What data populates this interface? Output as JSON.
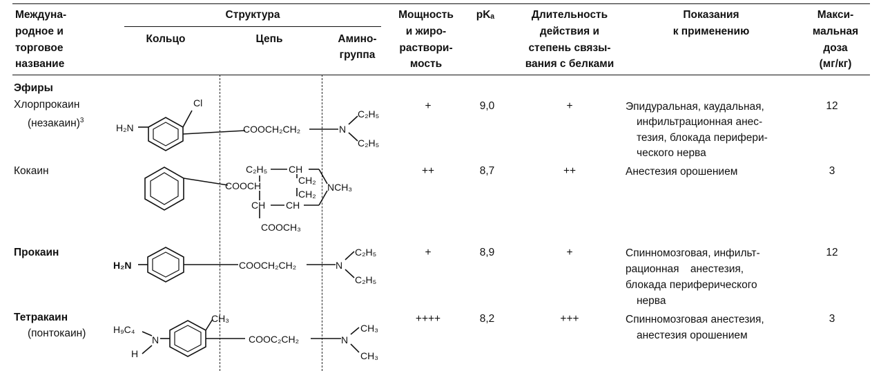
{
  "header": {
    "name_col": [
      "Междуна-",
      "родное и",
      "торговое",
      "название"
    ],
    "structure": "Структура",
    "ring": "Кольцо",
    "chain": "Цепь",
    "amino": [
      "Амино-",
      "группа"
    ],
    "potency": [
      "Мощность",
      "и жиро-",
      "раствори-",
      "мость"
    ],
    "pka": "pKₐ",
    "duration": [
      "Длительность",
      "действия и",
      "степень связы-",
      "вания с белками"
    ],
    "indications": [
      "Показания",
      "к применению"
    ],
    "max_dose": [
      "Макси-",
      "мальная",
      "доза",
      "(мг/кг)"
    ]
  },
  "section": "Эфиры",
  "rows": [
    {
      "name": "Хлорпрокаин",
      "trade": "(незакаин)",
      "trade_sup": "3",
      "potency": "+",
      "pka": "9,0",
      "duration": "+",
      "indications": [
        "Эпидуральная, каудальная,",
        "инфильтрационная анес-",
        "тезия, блокада перифери-",
        "ческого нерва"
      ],
      "max_dose": "12",
      "mol": {
        "ring_sub": "H₂N",
        "ring_sub2": "Cl",
        "chain": "COOCH₂CH₂",
        "amino_n": "N",
        "amino_r1": "C₂H₅",
        "amino_r2": "C₂H₅"
      }
    },
    {
      "name": "Кокаин",
      "potency": "++",
      "pka": "8,7",
      "duration": "++",
      "indications": [
        "Анестезия орошением"
      ],
      "max_dose": "3",
      "mol": {
        "c1": "C₂H₅",
        "c2": "CH",
        "c3": "CH₂",
        "c4": "COOCH",
        "c5": "NCH₃",
        "c6": "CH₂",
        "c7": "CH",
        "c8": "CH",
        "c9": "COOCH₃"
      }
    },
    {
      "name": "Прокаин",
      "potency": "+",
      "pka": "8,9",
      "duration": "+",
      "indications": [
        "Спинномозговая, инфильт-",
        "рационная анестезия,",
        "блокада периферического",
        "нерва"
      ],
      "max_dose": "12",
      "mol": {
        "ring_sub": "H₂N",
        "chain": "COOCH₂CH₂",
        "amino_n": "N",
        "amino_r1": "C₂H₅",
        "amino_r2": "C₂H₅"
      }
    },
    {
      "name": "Тетракаин",
      "trade": "(понтокаин)",
      "potency": "++++",
      "pka": "8,2",
      "duration": "+++",
      "indications": [
        "Спинномозговая анестезия,",
        "анестезия орошением"
      ],
      "max_dose": "3",
      "mol": {
        "h9c4": "H₉C₄",
        "n": "N",
        "h": "H",
        "ch3": "CH₃",
        "chain": "COOC₂CH₂",
        "amino_n": "N",
        "amino_r1": "CH₃",
        "amino_r2": "CH₃"
      }
    }
  ]
}
